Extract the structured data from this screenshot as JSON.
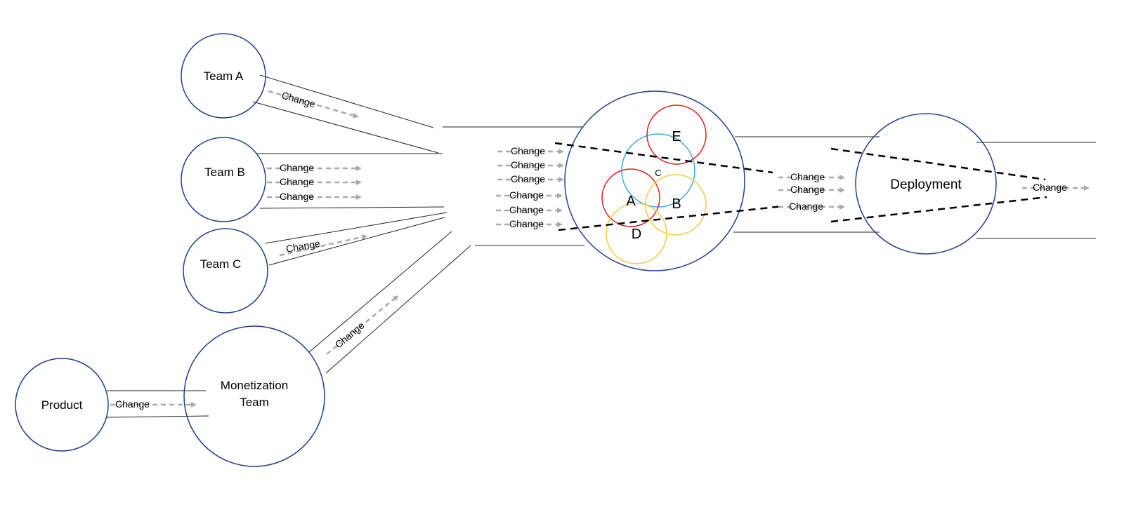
{
  "nodes": {
    "team_a": "Team A",
    "team_b": "Team B",
    "team_c": "Team C",
    "monetization_1": "Monetization",
    "monetization_2": "Team",
    "product": "Product",
    "deployment": "Deployment"
  },
  "inner": {
    "e": "E",
    "c": "C",
    "a": "A",
    "b": "B",
    "d": "D"
  },
  "change_label": "Change",
  "colors": {
    "node": "#1f3f8f",
    "red": "#e02020",
    "blue": "#3fa9e0",
    "yellow": "#f5c842",
    "arrow": "#aaaaaa"
  }
}
